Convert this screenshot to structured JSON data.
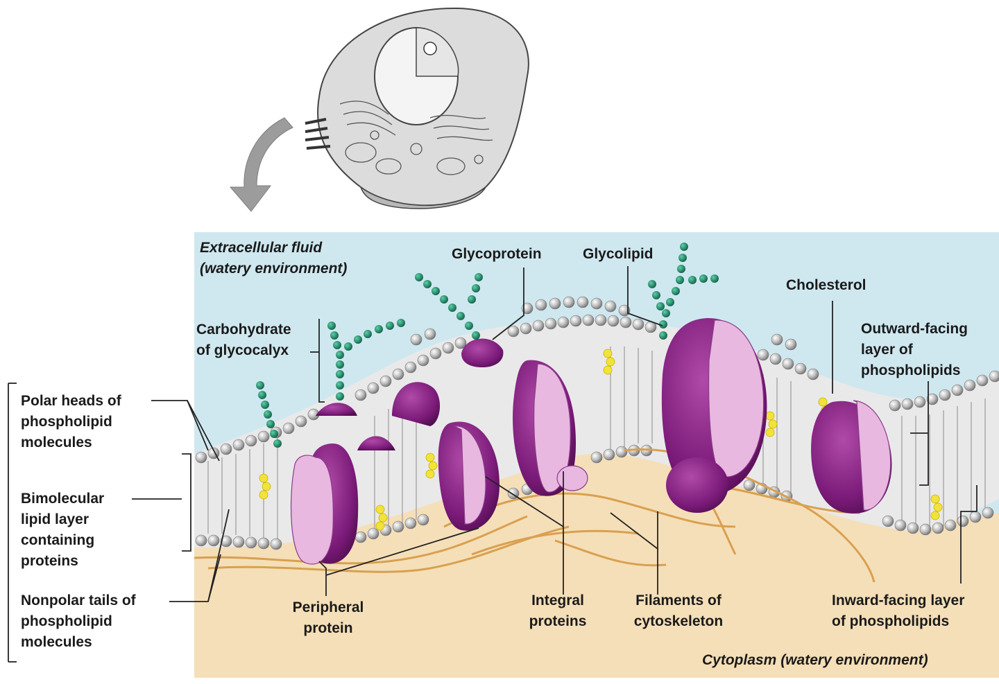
{
  "labels": {
    "extracellular": "Extracellular fluid\n(watery environment)",
    "glycoprotein": "Glycoprotein",
    "glycolipid": "Glycolipid",
    "cholesterol": "Cholesterol",
    "carbohydrate": "Carbohydrate\nof glycocalyx",
    "outward_layer": "Outward-facing\nlayer of\nphospholipids",
    "polar_heads": "Polar heads of\nphospholipid\nmolecules",
    "bimolecular": "Bimolecular\nlipid layer\ncontaining\nproteins",
    "nonpolar_tails": "Nonpolar tails of\nphospholipid\nmolecules",
    "peripheral": "Peripheral\nprotein",
    "integral": "Integral\nproteins",
    "filaments": "Filaments of\ncytoskeleton",
    "inward_layer": "Inward-facing layer\nof phospholipids",
    "cytoplasm": "Cytoplasm (watery environment)"
  },
  "colors": {
    "extracellular_fluid": "#cfe8f0",
    "cytoplasm": "#f5dfb8",
    "phospholipid_head": "#a9a9a9",
    "protein_dark": "#7a1a78",
    "protein_light": "#e8b8e0",
    "carbohydrate": "#1f8a6a",
    "cholesterol": "#f2e23a",
    "cytoskeleton": "#d9a050",
    "arrow": "#999999"
  },
  "icons": {
    "cell": "animal-cell-cutaway-icon",
    "arrow": "curved-arrow-icon"
  }
}
